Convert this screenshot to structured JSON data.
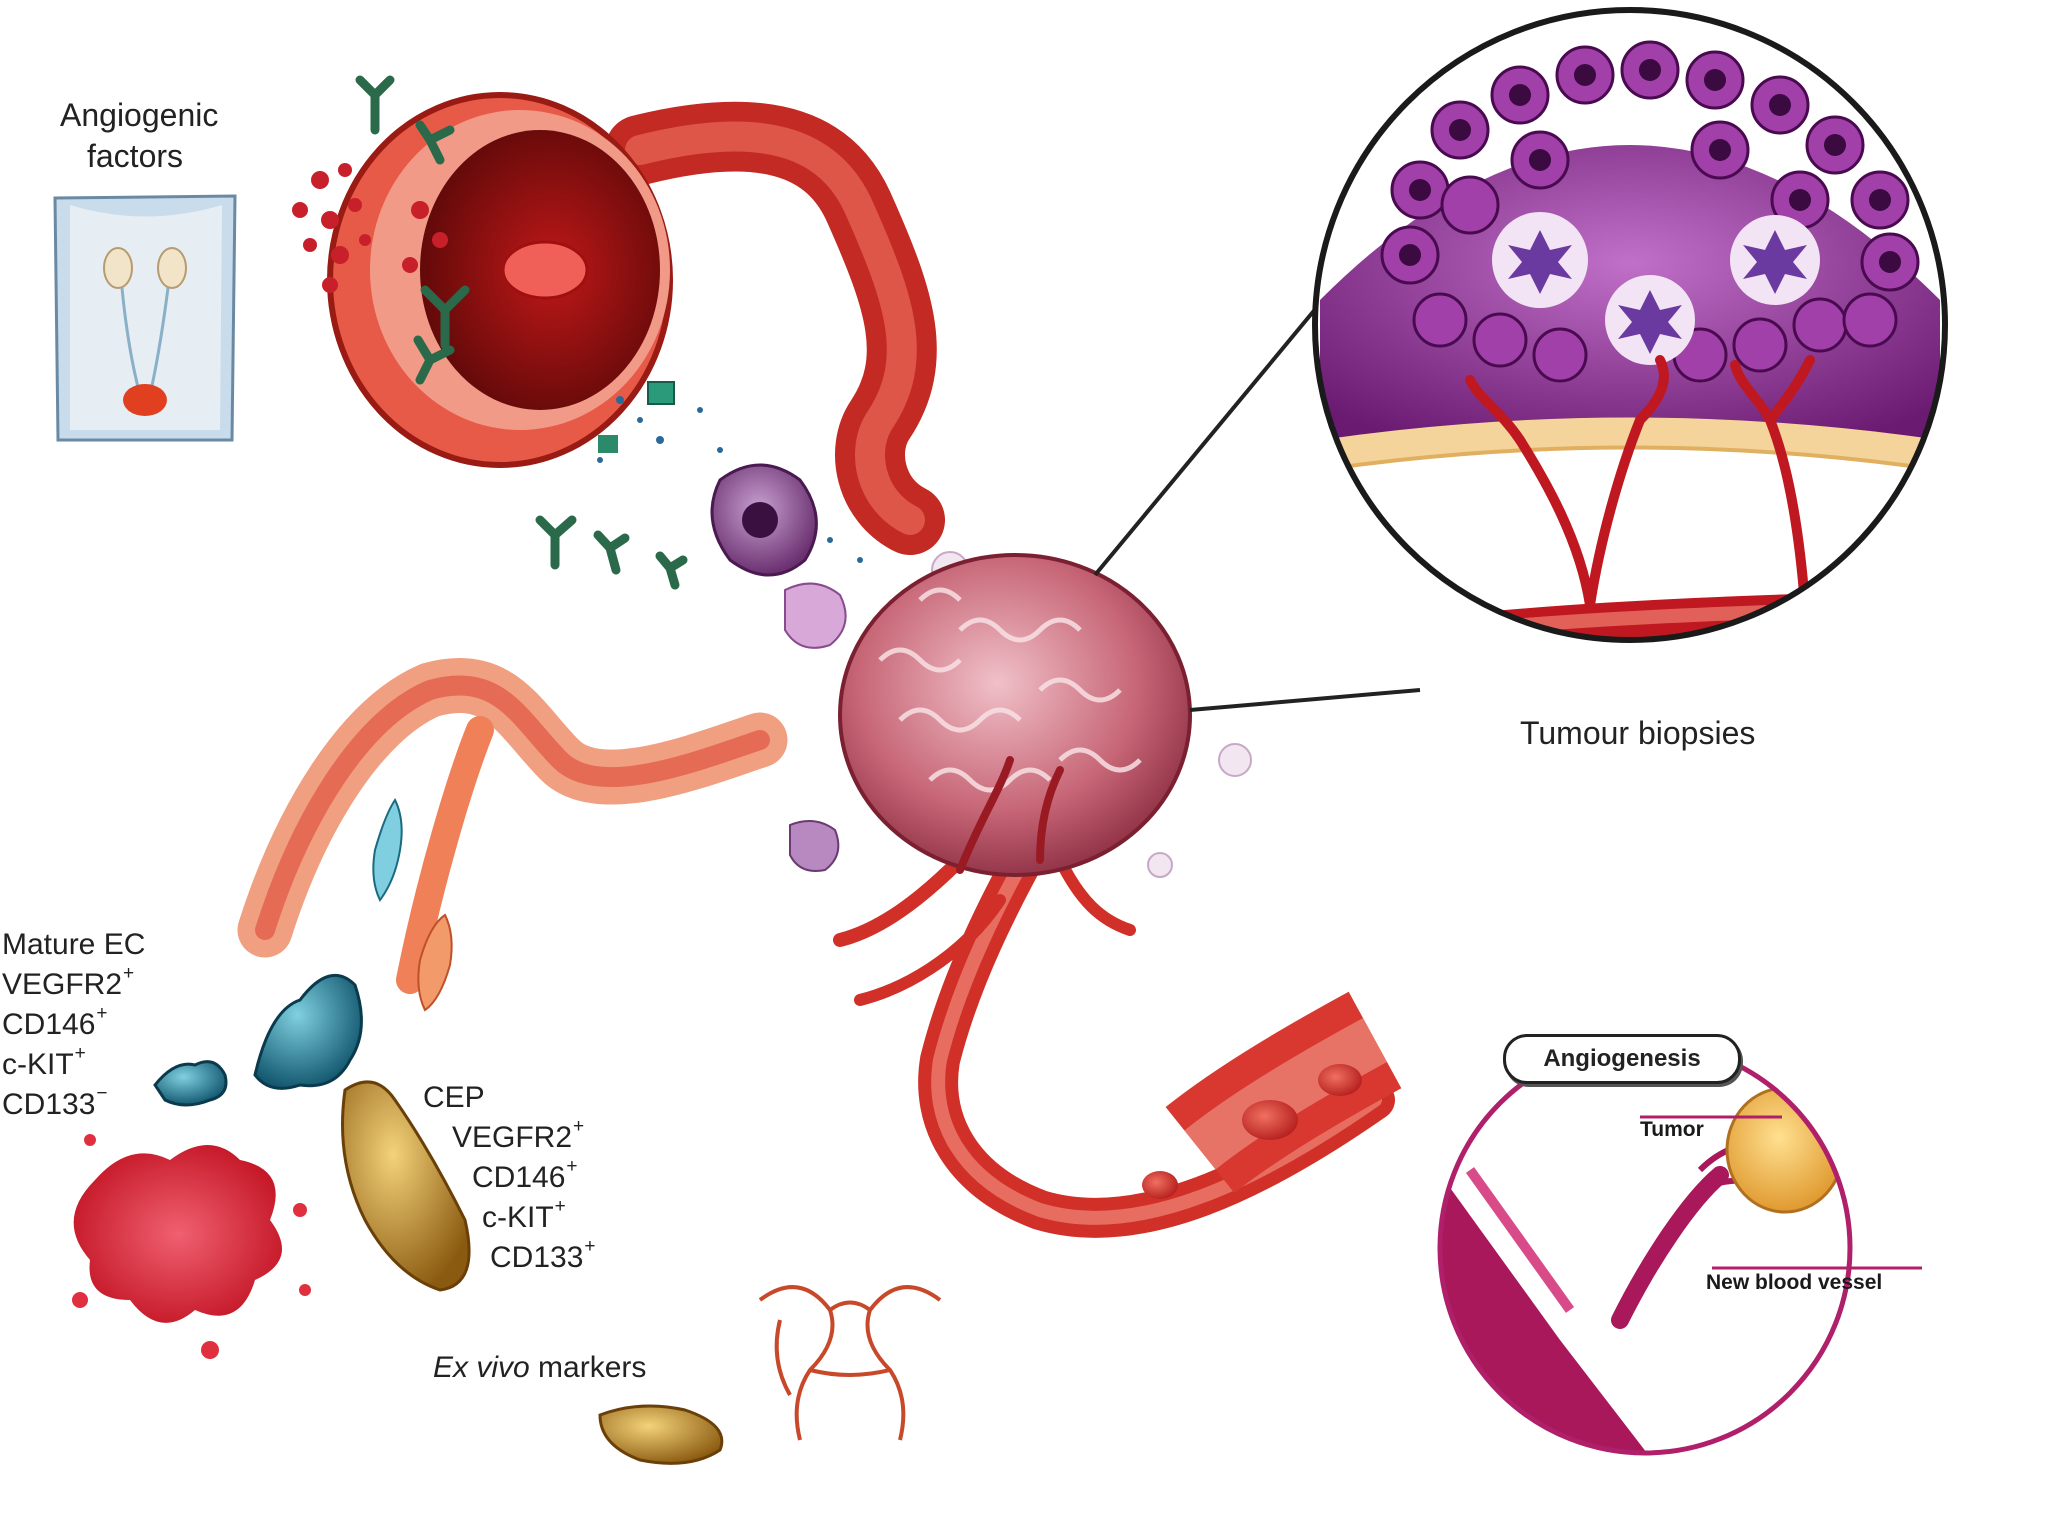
{
  "labels": {
    "angiogenic_line1": "Angiogenic",
    "angiogenic_line2": "factors",
    "tumour_biopsies": "Tumour biopsies",
    "mature_ec": {
      "title": "Mature EC",
      "markers": [
        {
          "name": "VEGFR2",
          "sign": "+"
        },
        {
          "name": "CD146",
          "sign": "+"
        },
        {
          "name": "c-KIT",
          "sign": "+"
        },
        {
          "name": "CD133",
          "sign": "−"
        }
      ]
    },
    "cep": {
      "title": "CEP",
      "markers": [
        {
          "name": "VEGFR2",
          "sign": "+"
        },
        {
          "name": "CD146",
          "sign": "+"
        },
        {
          "name": "c-KIT",
          "sign": "+"
        },
        {
          "name": "CD133",
          "sign": "+"
        }
      ]
    },
    "ex_vivo_italic": "Ex vivo",
    "ex_vivo_rest": " markers"
  },
  "inset": {
    "title": "Angiogenesis",
    "tumor_label": "Tumor",
    "vessel_label": "New blood vessel"
  },
  "colors": {
    "vessel_red": "#d0302a",
    "vessel_dark": "#8e1414",
    "tumor_purple": "#8a2a86",
    "mature_ec_blue": "#1e8aa6",
    "cep_gold": "#c8922a",
    "inset_magenta": "#b0206a",
    "inset_tumor_orange": "#f0b040"
  }
}
